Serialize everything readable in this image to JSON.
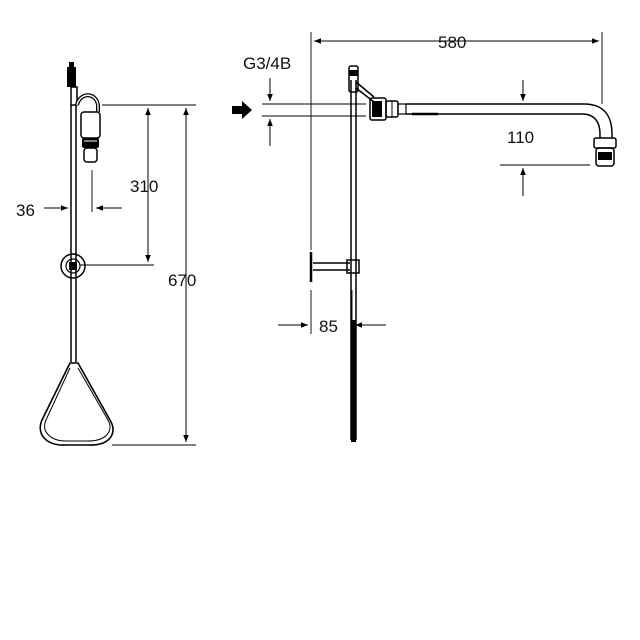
{
  "diagram": {
    "front_view": {
      "dimensions": {
        "spray_to_bracket": "310",
        "overall_height": "670",
        "pipe_offset": "36"
      }
    },
    "side_view": {
      "dimensions": {
        "arm_length": "580",
        "head_drop": "110",
        "wall_distance": "85",
        "inlet_thread": "G3/4B"
      },
      "inlet_arrow_icon": "arrow-right-icon"
    },
    "colors": {
      "line": "#000000",
      "background": "#ffffff"
    }
  }
}
